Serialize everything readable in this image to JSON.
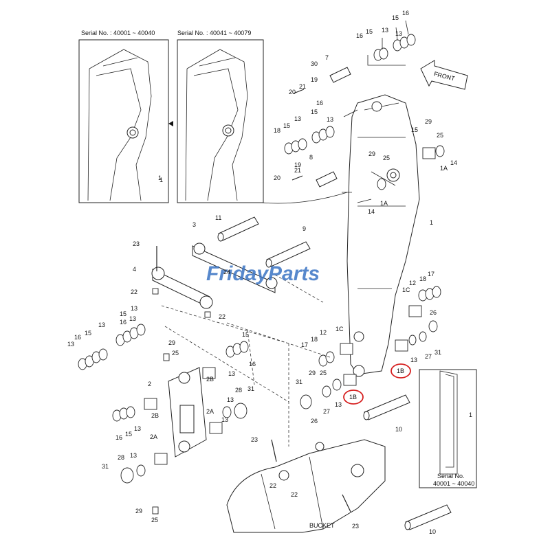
{
  "insets": {
    "left_serial": "Serial No. : 40001 ~ 40040",
    "mid_serial": "Serial No. : 40041 ~ 40079",
    "bottom_serial_line1": "Serial No.",
    "bottom_serial_line2": "40001 ~ 40040"
  },
  "front_label": "FRONT",
  "bucket_label": "BUCKET",
  "watermark": {
    "text": "FridayParts",
    "color": "#3a74c4",
    "accent": "#e8a020"
  },
  "highlight_color": "#d62020",
  "labels": {
    "p16a": "16",
    "p15a": "15",
    "p13a": "13",
    "p16b": "16",
    "p15b": "15",
    "p13b": "13",
    "p7": "7",
    "p30": "30",
    "p19a": "19",
    "p21a": "21",
    "p20a": "20",
    "p16c": "16",
    "p15c": "15",
    "p13c": "13",
    "p18a": "18",
    "p15d": "15",
    "p13d": "13",
    "p29a": "29",
    "p25a": "25",
    "p15e": "15",
    "p14a": "14",
    "p1Aa": "1A",
    "p29b": "29",
    "p25b": "25",
    "p19b": "19",
    "p8": "8",
    "p21b": "21",
    "p20b": "20",
    "p1Ab": "1A",
    "p14b": "14",
    "p1a": "1",
    "p3": "3",
    "p11": "11",
    "p9": "9",
    "p23a": "23",
    "p4": "4",
    "p24": "24",
    "p22a": "22",
    "p22b": "22",
    "p13e": "13",
    "p13f": "13",
    "p15f": "15",
    "p16d": "16",
    "p13g": "13",
    "p16e": "16",
    "p15g": "15",
    "p13h": "13",
    "p12a": "12",
    "p18b": "18",
    "p17a": "17",
    "p1Ca": "1C",
    "p26a": "26",
    "p29c": "29",
    "p25c": "25",
    "p17b": "17",
    "p18c": "18",
    "p12b": "12",
    "p1Cb": "1C",
    "p15h": "15",
    "p13i": "13",
    "p16f": "16",
    "p2": "2",
    "p2B": "2B",
    "p13j": "13",
    "p29d": "29",
    "p25d": "25",
    "p1Ba": "1B",
    "p13k": "13",
    "p27a": "27",
    "p31a": "31",
    "p31b": "31",
    "p1Bb": "1B",
    "p27b": "27",
    "p13l": "13",
    "p26b": "26",
    "p2Bb": "2B",
    "p16g": "16",
    "p15i": "15",
    "p13m": "13",
    "p28a": "28",
    "p31c": "31",
    "p2A": "2A",
    "p13n": "13",
    "p2Ab": "2A",
    "p13o": "13",
    "p28b": "28",
    "p31d": "31",
    "p10a": "10",
    "p23b": "23",
    "p22c": "22",
    "p22d": "22",
    "p29e": "29",
    "p25e": "25",
    "p23c": "23",
    "p10b": "10",
    "p1b": "1"
  }
}
